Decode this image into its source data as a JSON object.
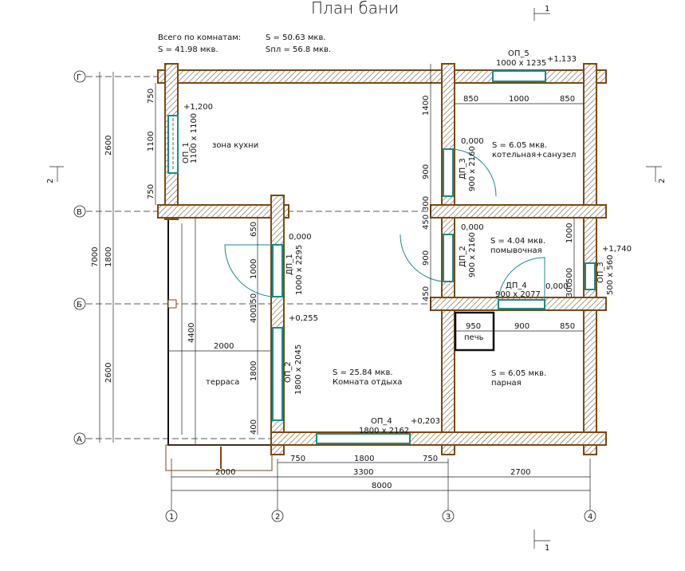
{
  "title": "План бани",
  "summary": {
    "rooms_label": "Всего по комнатам:",
    "s_rooms": "S   =  41.98 мкв.",
    "s_total": "S   = 50.63 мкв.",
    "s_floor": "Sпл = 56.8 мкв."
  },
  "axes": {
    "rows": [
      "Г",
      "В",
      "Б",
      "А"
    ],
    "cols": [
      "1",
      "2",
      "3",
      "4"
    ],
    "section": [
      "1",
      "1",
      "2",
      "2"
    ]
  },
  "rooms": [
    {
      "area": "S   = 25.84 мкв.",
      "name": "Комната отдыха"
    },
    {
      "area": "S   = 6.05 мкв.",
      "name": "котельная+санузел"
    },
    {
      "area": "S   = 4.04 мкв.",
      "name": "помывочная"
    },
    {
      "area": "S   = 6.05 мкв.",
      "name": "парная"
    },
    {
      "name": "зона кухни"
    },
    {
      "name": "терраса"
    },
    {
      "name": "печь"
    }
  ],
  "openings": [
    {
      "mark": "ОП_1",
      "size": "1100 x 1100",
      "level": "+1,200"
    },
    {
      "mark": "ДП_1",
      "size": "1000 x 2295",
      "level": "0,000"
    },
    {
      "mark": "ОП_2",
      "size": "1800 x 2045",
      "level": "+0,255"
    },
    {
      "mark": "ОП_4",
      "size": "1800 x 2162",
      "level": "+0,203"
    },
    {
      "mark": "ОП_5",
      "size": "1000 x 1235",
      "level": "+1,133"
    },
    {
      "mark": "ДП_3",
      "size": "900 x 2160",
      "level": "0,000"
    },
    {
      "mark": "ДП_2",
      "size": "900 x 2160",
      "level": "0,000"
    },
    {
      "mark": "ДП_4",
      "size": "900 x 2077",
      "level": "0,000"
    },
    {
      "mark": "ОП_3",
      "size": "500 x 560",
      "level": "+1,740"
    }
  ],
  "dims": {
    "left_outer": [
      "7000"
    ],
    "left_mid": [
      "2600",
      "1800",
      "2600"
    ],
    "kitchen": [
      "750",
      "1100",
      "750"
    ],
    "terrace_side": [
      "650",
      "1000",
      "150",
      "400",
      "1800",
      "400"
    ],
    "terrace": [
      "4400",
      "2000"
    ],
    "bottom_chain": [
      "750",
      "1800",
      "750"
    ],
    "bottom_mid": [
      "2000",
      "3300",
      "2700"
    ],
    "bottom_total": "8000",
    "top_right": [
      "850",
      "1000",
      "850"
    ],
    "stove_row": [
      "950",
      "900",
      "850"
    ],
    "right_col": [
      "1400",
      "900",
      "300",
      "450",
      "900",
      "450"
    ],
    "wash": [
      "1000",
      "500",
      "300"
    ]
  }
}
